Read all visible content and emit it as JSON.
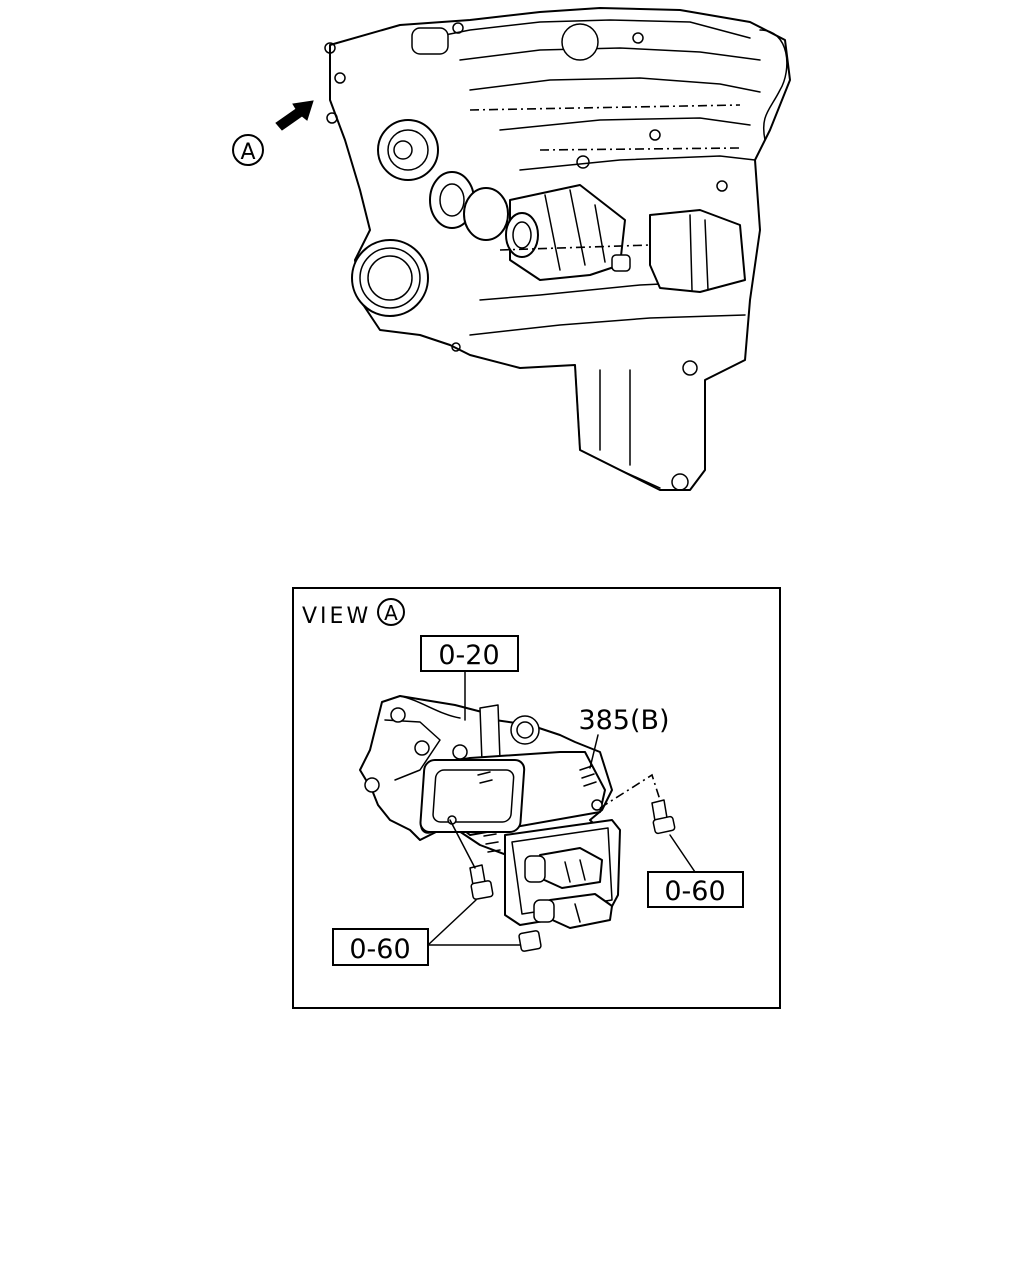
{
  "view_arrow_letter": "A",
  "view_title": "VIEW",
  "view_letter": "A",
  "callouts": {
    "top_ref": "0-20",
    "part_number": "385(B)",
    "bolt_right": "0-60",
    "bolt_left": "0-60"
  }
}
